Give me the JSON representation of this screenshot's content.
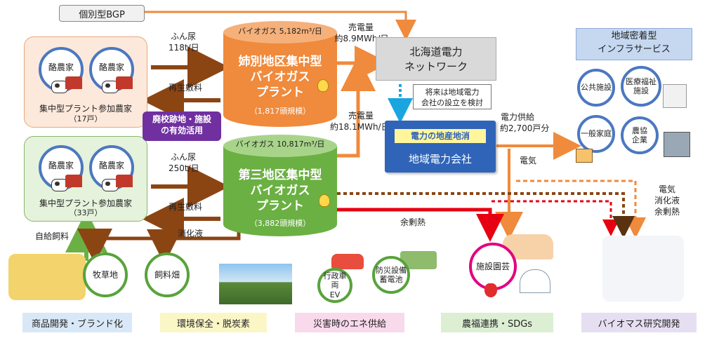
{
  "top_bgp": "個別型BGP",
  "farm_group_1": {
    "farm_a": "酪農家",
    "farm_b": "酪農家",
    "label": "集中型プラント参加農家",
    "count": "（17戸）"
  },
  "farm_group_2": {
    "farm_a": "酪農家",
    "farm_b": "酪農家",
    "label": "集中型プラント参加農家",
    "count": "（33戸）"
  },
  "plant_1": {
    "gas": "バイオガス 5,182m³/日",
    "title_line1": "姉別地区集中型",
    "title_line2": "バイオガス",
    "title_line3": "プラント",
    "scale": "（1,817頭規模）"
  },
  "plant_2": {
    "gas": "バイオガス 10,817m³/日",
    "title_line1": "第三地区集中型",
    "title_line2": "バイオガス",
    "title_line3": "プラント",
    "scale": "（3,882頭規模）"
  },
  "flows": {
    "manure_1_label": "ふん尿",
    "manure_1_amount": "118t/日",
    "bedding_1": "再生敷料",
    "manure_2_label": "ふん尿",
    "manure_2_amount": "250t/日",
    "bedding_2": "再生敷料",
    "self_feed": "自給飼料",
    "digestate": "消化液",
    "sale_1_label": "売電量",
    "sale_1_amount": "約8.9MWh/日",
    "sale_2_label": "売電量",
    "sale_2_amount": "約18.1MWh/日",
    "surplus_heat": "余剰熱",
    "electricity": "電気",
    "power_supply_label": "電力供給",
    "power_supply_amount": "約2,700戸分",
    "right_legend_1": "電気",
    "right_legend_2": "消化液",
    "right_legend_3": "余剰熱"
  },
  "school_reuse": {
    "line1": "廃校跡地・施設",
    "line2": "の有効活用"
  },
  "hokkaido": {
    "line1": "北海道電力",
    "line2": "ネットワーク"
  },
  "future_note": {
    "line1": "将来は地域電力",
    "line2": "会社の設立を検討"
  },
  "local_power": {
    "badge": "電力の地産地消",
    "name": "地域電力会社"
  },
  "infra": {
    "title_line1": "地域密着型",
    "title_line2": "インフラサービス",
    "public": "公共施設",
    "medical_1": "医療福祉",
    "medical_2": "施設",
    "household": "一般家庭",
    "coop_1": "農協",
    "coop_2": "企業"
  },
  "fields": {
    "pasture": "牧草地",
    "feed_field": "飼料畑"
  },
  "disaster": {
    "vehicle_1": "行政車両",
    "vehicle_2": "EV",
    "battery_1": "防災設備",
    "battery_2": "蓄電池"
  },
  "greenhouse": "施設園芸",
  "bottom_tags": [
    {
      "label": "商品開発・ブランド化",
      "color": "#d8e8f6"
    },
    {
      "label": "環境保全・脱炭素",
      "color": "#fbf6c6"
    },
    {
      "label": "災害時のエネ供給",
      "color": "#f9d9ec"
    },
    {
      "label": "農福連携・SDGs",
      "color": "#dcefd3"
    },
    {
      "label": "バイオマス研究開発",
      "color": "#e6dff1"
    }
  ],
  "colors": {
    "orange": "#f08a3c",
    "green": "#6bb043",
    "brown": "#8b4513",
    "red": "#e60012",
    "blue": "#2f64b8"
  }
}
